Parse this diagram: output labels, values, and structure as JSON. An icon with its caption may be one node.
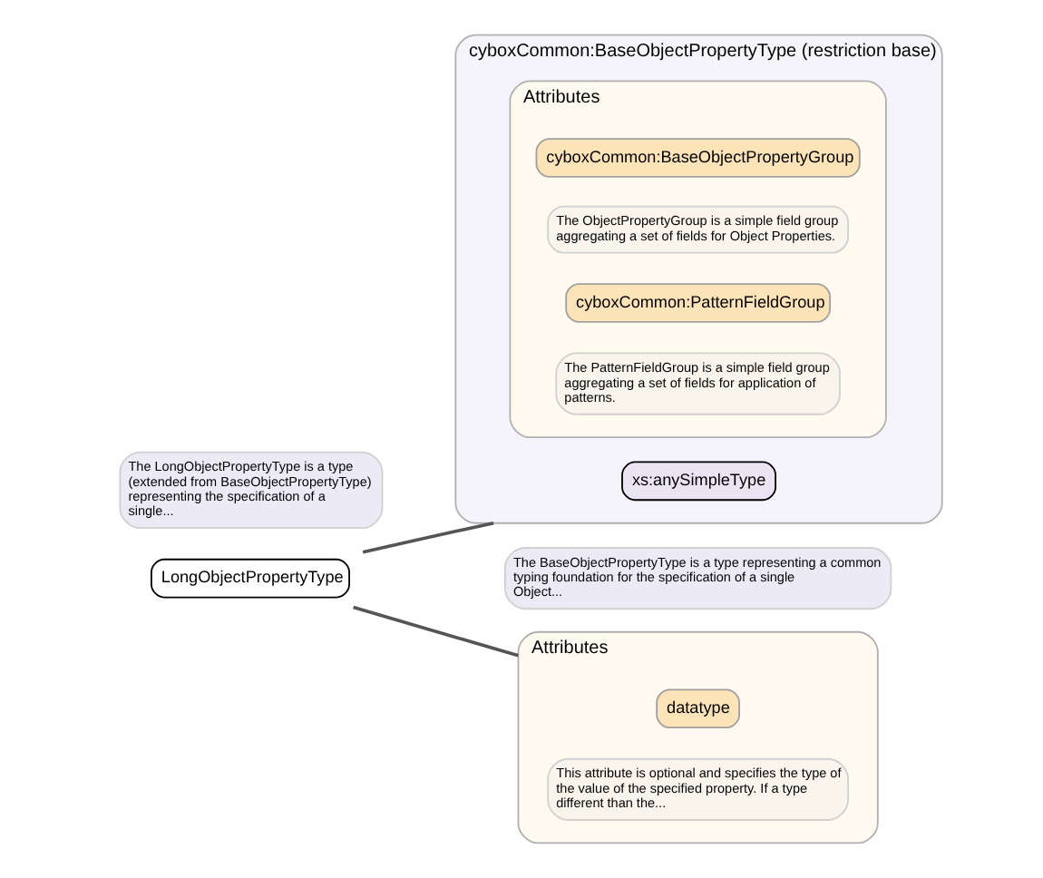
{
  "diagram": {
    "nodes": [
      {
        "text": [
          "LongObjectPropertyType"
        ],
        "beside": [
          "The LongObjectPropertyType is a type (extended from BaseObjectPropertyType) representing the specification of a single..."
        ]
      },
      {
        "text": [
          "cyboxCommon:BaseObjectPropertyType (restriction base)"
        ],
        "beside": [
          "The BaseObjectPropertyType is a type representing a common typing foundation for the specification of a single Object..."
        ]
      },
      {
        "text": [
          "xs:anySimpleType"
        ],
        "in": 1
      },
      {
        "text": [
          "Attributes"
        ],
        "in": 1
      },
      {
        "text": [
          "cyboxCommon:BaseObjectPropertyGroup"
        ],
        "in": 3,
        "beside": [
          "The ObjectPropertyGroup is a simple field group aggregating a set of fields for Object Properties."
        ]
      },
      {
        "text": [
          "cyboxCommon:PatternFieldGroup"
        ],
        "in": 3,
        "beside": [
          "The PatternFieldGroup is a simple field group aggregating a set of fields for application of patterns."
        ]
      },
      {
        "text": [
          "Attributes"
        ]
      },
      {
        "text": [
          "datatype"
        ],
        "in": 6,
        "beside": [
          "This attribute is optional and specifies the type of the value of the specified property. If a type different than the..."
        ]
      }
    ],
    "edges": [
      {
        "from": 0,
        "to": 1,
        "arrow": "none"
      },
      {
        "from": 0,
        "to": 6,
        "arrow": "none"
      }
    ]
  }
}
